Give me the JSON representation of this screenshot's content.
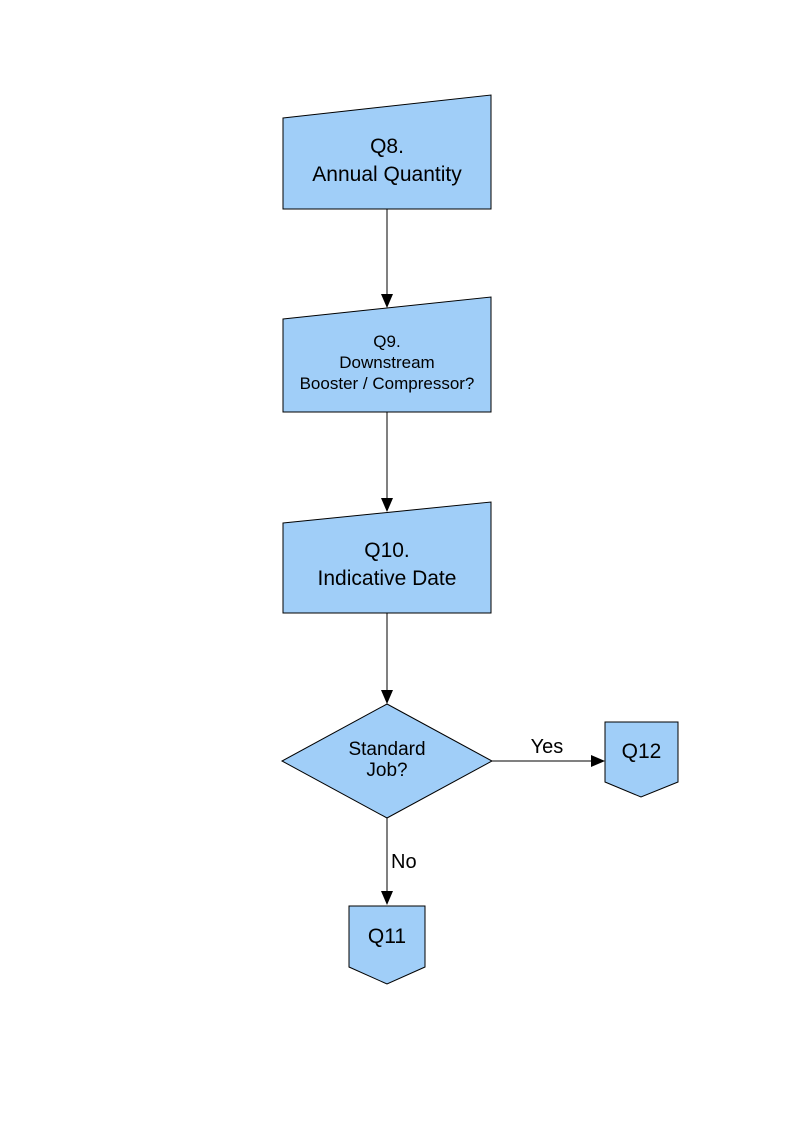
{
  "colors": {
    "node_fill": "#A0CEF8",
    "node_stroke": "#000000",
    "line": "#000000",
    "page_bg": "#FFFFFF",
    "text": "#000000"
  },
  "nodes": {
    "q8": {
      "type": "manual-input-box",
      "lines": [
        "Q8.",
        "Annual Quantity"
      ]
    },
    "q9": {
      "type": "manual-input-box",
      "lines": [
        "Q9.",
        "Downstream",
        "Booster / Compressor?"
      ]
    },
    "q10": {
      "type": "manual-input-box",
      "lines": [
        "Q10.",
        "Indicative Date"
      ]
    },
    "decision": {
      "type": "decision-diamond",
      "lines": [
        "Standard",
        "Job?"
      ]
    },
    "q12": {
      "type": "offpage-connector",
      "label": "Q12"
    },
    "q11": {
      "type": "offpage-connector",
      "label": "Q11"
    }
  },
  "edges": {
    "yes_label": "Yes",
    "no_label": "No"
  }
}
